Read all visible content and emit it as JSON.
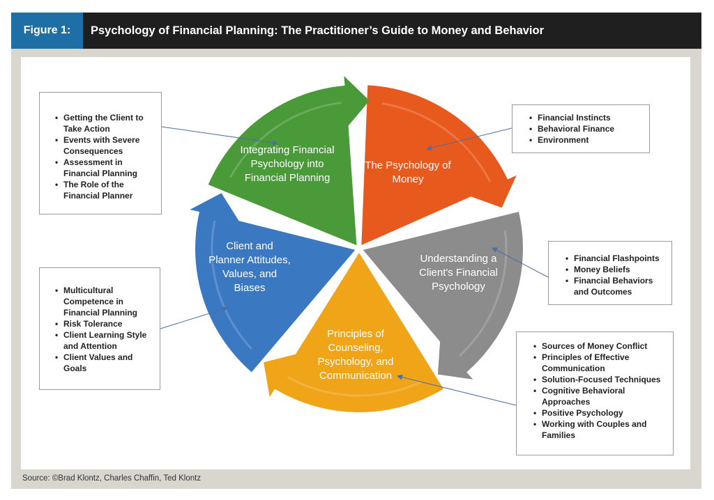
{
  "header": {
    "figure_label": "Figure 1:",
    "title": "Psychology of Financial Planning: The Practitioner’s Guide to Money and Behavior"
  },
  "segments": [
    {
      "id": "psychology-of-money",
      "label": "The Psychology of Money",
      "color": "#e8591e"
    },
    {
      "id": "understanding-client",
      "label": "Understanding a Client's Financial Psychology",
      "color": "#8c8c8c"
    },
    {
      "id": "principles-counseling",
      "label": "Principles of Counseling, Psychology, and Communication",
      "color": "#f0a418"
    },
    {
      "id": "client-planner-attitudes",
      "label": "Client and Planner Attitudes, Values, and Biases",
      "color": "#3a78c2"
    },
    {
      "id": "integrating-psychology",
      "label": "Integrating Financial Psychology into Financial Planning",
      "color": "#4a9a3a"
    }
  ],
  "boxes": {
    "integrating": [
      "Getting the Client to Take Action",
      "Events with Severe Consequences",
      "Assessment in Financial Planning",
      "The Role of the Financial Planner"
    ],
    "money": [
      "Financial Instincts",
      "Behavioral Finance",
      "Environment"
    ],
    "understanding": [
      "Financial Flashpoints",
      "Money Beliefs",
      "Financial Behaviors and Outcomes"
    ],
    "attitudes": [
      "Multicultural Competence in Financial Planning",
      "Risk Tolerance",
      "Client Learning Style and Attention",
      "Client Values and Goals"
    ],
    "principles": [
      "Sources of Money Conflict",
      "Principles of Effective Communication",
      "Solution-Focused Techniques",
      "Cognitive Behavioral Approaches",
      "Positive Psychology",
      "Working with Couples and Families"
    ]
  },
  "source": "Source: ©Brad Klontz, Charles Chaffin, Ted Klontz"
}
